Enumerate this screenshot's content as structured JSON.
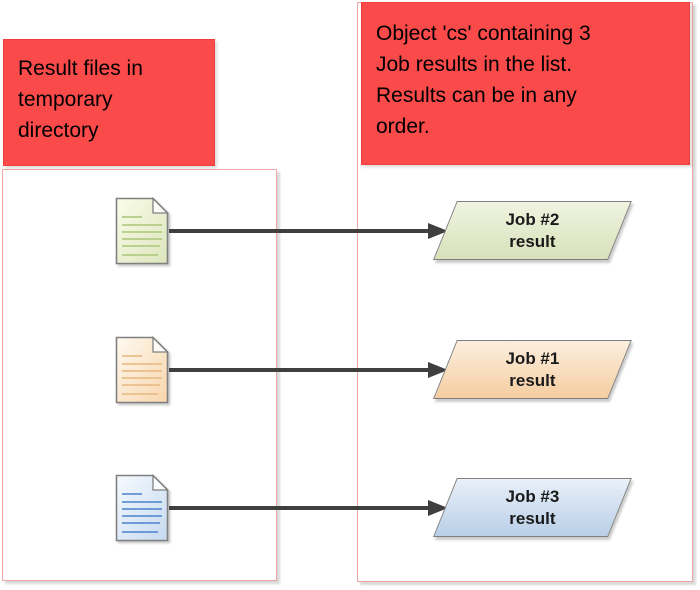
{
  "colors": {
    "background": "#ffffff",
    "label_bg": "#fb4a4a",
    "label_border": "#ef4040",
    "label_text": "#000000",
    "panel_bg": "#ffffff",
    "panel_border": "#f3a6a6",
    "shape_border": "#7f7f7f",
    "shape_text": "#1a1a1a",
    "arrow": "#3f3f3f"
  },
  "left_panel": {
    "label_lines": [
      "Result files in",
      "temporary",
      "directory"
    ]
  },
  "right_panel": {
    "label_lines": [
      "Object 'cs' containing 3",
      "Job results in the list.",
      "Results can be in any",
      "order."
    ]
  },
  "rows": [
    {
      "label_line1": "Job #2",
      "label_line2": "result",
      "theme": {
        "file_light": "#fafce9",
        "file_dark": "#dce5bd",
        "line_color": "#b4cc85",
        "shape_light": "#f0f4e1",
        "shape_dark": "#d8e1ba"
      }
    },
    {
      "label_line1": "Job #1",
      "label_line2": "result",
      "theme": {
        "file_light": "#fef9f0",
        "file_dark": "#f8d6ac",
        "line_color": "#eabe8a",
        "shape_light": "#fcefdf",
        "shape_dark": "#f5cda0"
      }
    },
    {
      "label_line1": "Job #3",
      "label_line2": "result",
      "theme": {
        "file_light": "#f6fafe",
        "file_dark": "#c6daf0",
        "line_color": "#5f90d2",
        "shape_light": "#e9f0f9",
        "shape_dark": "#b9cfe7"
      }
    }
  ]
}
